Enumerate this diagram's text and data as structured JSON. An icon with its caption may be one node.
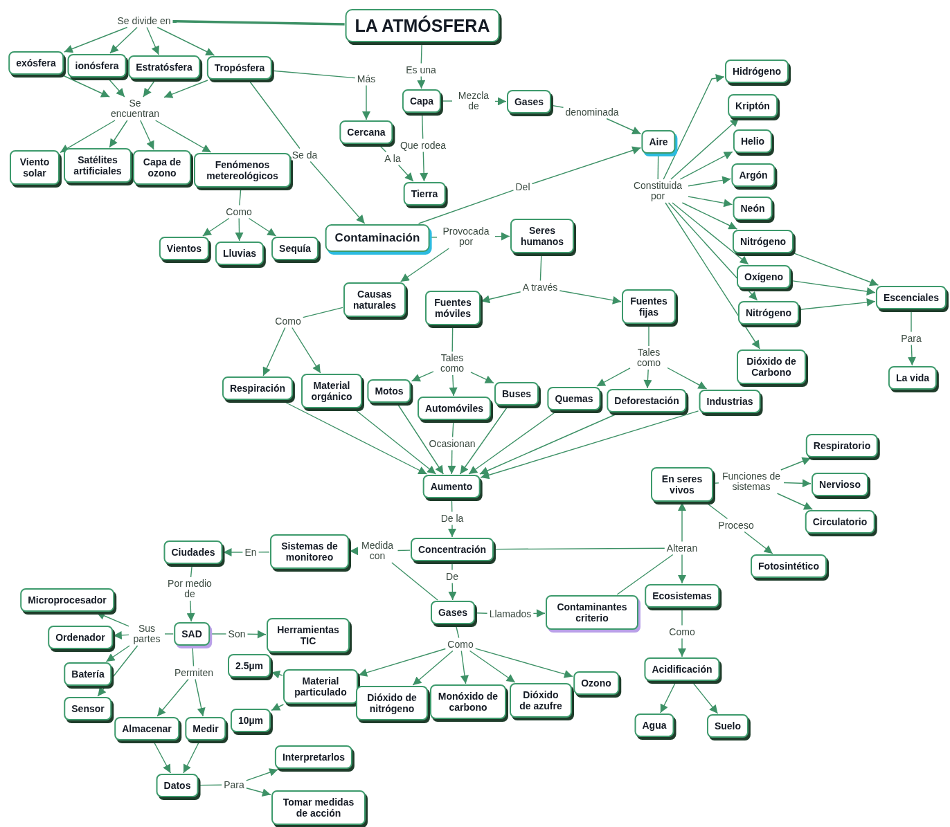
{
  "diagram": {
    "nodes": [
      {
        "text": [
          "LA ATMÓSFERA"
        ]
      },
      {
        "text": [
          "Se divide en"
        ]
      },
      {
        "text": [
          "exósfera"
        ]
      },
      {
        "text": [
          "ionósfera"
        ]
      },
      {
        "text": [
          "Estratósfera"
        ]
      },
      {
        "text": [
          "Tropósfera"
        ]
      },
      {
        "text": [
          "Se encuentran"
        ]
      },
      {
        "text": [
          "Viento solar"
        ]
      },
      {
        "text": [
          "Satélites artificiales"
        ]
      },
      {
        "text": [
          "Capa de ozono"
        ]
      },
      {
        "text": [
          "Fenómenos metereológicos"
        ]
      },
      {
        "text": [
          "Como"
        ]
      },
      {
        "text": [
          "Vientos"
        ]
      },
      {
        "text": [
          "Lluvias"
        ]
      },
      {
        "text": [
          "Sequía"
        ]
      },
      {
        "text": [
          "Más"
        ]
      },
      {
        "text": [
          "Se da"
        ]
      },
      {
        "text": [
          "Es una"
        ]
      },
      {
        "text": [
          "Capa"
        ]
      },
      {
        "text": [
          "Mezcla de"
        ]
      },
      {
        "text": [
          "Gases"
        ]
      },
      {
        "text": [
          "denominada"
        ]
      },
      {
        "text": [
          "Aire"
        ]
      },
      {
        "text": [
          "Cercana"
        ]
      },
      {
        "text": [
          "Que rodea"
        ]
      },
      {
        "text": [
          "A la"
        ]
      },
      {
        "text": [
          "Tierra"
        ]
      },
      {
        "text": [
          "Contaminación"
        ]
      },
      {
        "text": [
          "Del"
        ]
      },
      {
        "text": [
          "Constituida por"
        ]
      },
      {
        "text": [
          "Hidrógeno"
        ]
      },
      {
        "text": [
          "Kriptón"
        ]
      },
      {
        "text": [
          "Helio"
        ]
      },
      {
        "text": [
          "Argón"
        ]
      },
      {
        "text": [
          "Neón"
        ]
      },
      {
        "text": [
          "Nitrógeno"
        ]
      },
      {
        "text": [
          "Oxígeno"
        ]
      },
      {
        "text": [
          "Nitrógeno"
        ]
      },
      {
        "text": [
          "Dióxido de Carbono"
        ]
      },
      {
        "text": [
          "Escenciales"
        ]
      },
      {
        "text": [
          "Para"
        ]
      },
      {
        "text": [
          "La vida"
        ]
      },
      {
        "text": [
          "Provocada por"
        ]
      },
      {
        "text": [
          "Seres humanos"
        ]
      },
      {
        "text": [
          "A través"
        ]
      },
      {
        "text": [
          "Causas naturales"
        ]
      },
      {
        "text": [
          "Fuentes móviles"
        ]
      },
      {
        "text": [
          "Fuentes fijas"
        ]
      },
      {
        "text": [
          "Como"
        ]
      },
      {
        "text": [
          "Respiración"
        ]
      },
      {
        "text": [
          "Material orgánico"
        ]
      },
      {
        "text": [
          "Tales como"
        ]
      },
      {
        "text": [
          "Motos"
        ]
      },
      {
        "text": [
          "Automóviles"
        ]
      },
      {
        "text": [
          "Buses"
        ]
      },
      {
        "text": [
          "Tales como"
        ]
      },
      {
        "text": [
          "Quemas"
        ]
      },
      {
        "text": [
          "Deforestación"
        ]
      },
      {
        "text": [
          "Industrias"
        ]
      },
      {
        "text": [
          "Ocasionan"
        ]
      },
      {
        "text": [
          "Aumento"
        ]
      },
      {
        "text": [
          "De la"
        ]
      },
      {
        "text": [
          "Concentración"
        ]
      },
      {
        "text": [
          "Medida con"
        ]
      },
      {
        "text": [
          "Sistemas de monitoreo"
        ]
      },
      {
        "text": [
          "En"
        ]
      },
      {
        "text": [
          "Ciudades"
        ]
      },
      {
        "text": [
          "Por medio de"
        ]
      },
      {
        "text": [
          "SAD"
        ]
      },
      {
        "text": [
          "Sus partes"
        ]
      },
      {
        "text": [
          "Microprocesador"
        ]
      },
      {
        "text": [
          "Ordenador"
        ]
      },
      {
        "text": [
          "Batería"
        ]
      },
      {
        "text": [
          "Sensor"
        ]
      },
      {
        "text": [
          "Son"
        ]
      },
      {
        "text": [
          "Herramientas TIC"
        ]
      },
      {
        "text": [
          "Permiten"
        ]
      },
      {
        "text": [
          "Almacenar"
        ]
      },
      {
        "text": [
          "Medir"
        ]
      },
      {
        "text": [
          "Datos"
        ]
      },
      {
        "text": [
          "Para"
        ]
      },
      {
        "text": [
          "Interpretarlos"
        ]
      },
      {
        "text": [
          "Tomar medidas de acción"
        ]
      },
      {
        "text": [
          "De"
        ]
      },
      {
        "text": [
          "Gases"
        ]
      },
      {
        "text": [
          "Llamados"
        ]
      },
      {
        "text": [
          "Contaminantes criterio"
        ]
      },
      {
        "text": [
          "Como"
        ]
      },
      {
        "text": [
          "Material particulado"
        ]
      },
      {
        "text": [
          "2.5µm"
        ]
      },
      {
        "text": [
          "10µm"
        ]
      },
      {
        "text": [
          "Dióxido de nitrógeno"
        ]
      },
      {
        "text": [
          "Monóxido de carbono"
        ]
      },
      {
        "text": [
          "Dióxido de azufre"
        ]
      },
      {
        "text": [
          "Ozono"
        ]
      },
      {
        "text": [
          "Alteran"
        ]
      },
      {
        "text": [
          "En seres vivos"
        ]
      },
      {
        "text": [
          "Funciones de sistemas"
        ]
      },
      {
        "text": [
          "Respiratorio"
        ]
      },
      {
        "text": [
          "Nervioso"
        ]
      },
      {
        "text": [
          "Circulatorio"
        ]
      },
      {
        "text": [
          "Proceso"
        ]
      },
      {
        "text": [
          "Fotosintético"
        ]
      },
      {
        "text": [
          "Ecosistemas"
        ]
      },
      {
        "text": [
          "Como"
        ]
      },
      {
        "text": [
          "Acidificación"
        ]
      },
      {
        "text": [
          "Agua"
        ]
      },
      {
        "text": [
          "Suelo"
        ]
      }
    ],
    "edges": [
      {
        "from": 0,
        "to": 1,
        "arrow": "none",
        "style": "thick"
      },
      {
        "from": 1,
        "to": 2,
        "arrow": "to"
      },
      {
        "from": 1,
        "to": 3,
        "arrow": "to"
      },
      {
        "from": 1,
        "to": 4,
        "arrow": "to"
      },
      {
        "from": 1,
        "to": 5,
        "arrow": "to"
      },
      {
        "from": 2,
        "to": 6,
        "arrow": "to"
      },
      {
        "from": 3,
        "to": 6,
        "arrow": "to"
      },
      {
        "from": 4,
        "to": 6,
        "arrow": "to"
      },
      {
        "from": 5,
        "to": 6,
        "arrow": "to"
      },
      {
        "from": 6,
        "to": 7,
        "arrow": "to"
      },
      {
        "from": 6,
        "to": 8,
        "arrow": "to"
      },
      {
        "from": 6,
        "to": 9,
        "arrow": "to"
      },
      {
        "from": 6,
        "to": 10,
        "arrow": "to"
      },
      {
        "from": 10,
        "to": 11,
        "arrow": "none"
      },
      {
        "from": 11,
        "to": 12,
        "arrow": "to"
      },
      {
        "from": 11,
        "to": 13,
        "arrow": "to"
      },
      {
        "from": 11,
        "to": 14,
        "arrow": "to"
      },
      {
        "from": 5,
        "to": 15,
        "arrow": "none"
      },
      {
        "from": 15,
        "to": 23,
        "arrow": "to"
      },
      {
        "from": 5,
        "to": 16,
        "arrow": "none"
      },
      {
        "from": 16,
        "to": 27,
        "arrow": "to"
      },
      {
        "from": 0,
        "to": 17,
        "arrow": "none"
      },
      {
        "from": 17,
        "to": 18,
        "arrow": "to"
      },
      {
        "from": 18,
        "to": 19,
        "arrow": "none"
      },
      {
        "from": 19,
        "to": 20,
        "arrow": "to"
      },
      {
        "from": 20,
        "to": 21,
        "arrow": "none"
      },
      {
        "from": 21,
        "to": 22,
        "arrow": "to"
      },
      {
        "from": 18,
        "to": 24,
        "arrow": "none"
      },
      {
        "from": 24,
        "to": 26,
        "arrow": "to"
      },
      {
        "from": 23,
        "to": 25,
        "arrow": "none"
      },
      {
        "from": 25,
        "to": 26,
        "arrow": "to"
      },
      {
        "from": 27,
        "to": 28,
        "arrow": "none"
      },
      {
        "from": 28,
        "to": 22,
        "arrow": "to"
      },
      {
        "from": 22,
        "to": 29,
        "arrow": "none"
      },
      {
        "from": 29,
        "to": 30,
        "arrow": "to"
      },
      {
        "from": 29,
        "to": 31,
        "arrow": "to"
      },
      {
        "from": 29,
        "to": 32,
        "arrow": "to"
      },
      {
        "from": 29,
        "to": 33,
        "arrow": "to"
      },
      {
        "from": 29,
        "to": 34,
        "arrow": "to"
      },
      {
        "from": 29,
        "to": 35,
        "arrow": "to"
      },
      {
        "from": 29,
        "to": 36,
        "arrow": "to"
      },
      {
        "from": 29,
        "to": 37,
        "arrow": "to"
      },
      {
        "from": 29,
        "to": 38,
        "arrow": "to"
      },
      {
        "from": 35,
        "to": 39,
        "arrow": "to"
      },
      {
        "from": 36,
        "to": 39,
        "arrow": "to"
      },
      {
        "from": 37,
        "to": 39,
        "arrow": "to"
      },
      {
        "from": 39,
        "to": 40,
        "arrow": "none"
      },
      {
        "from": 40,
        "to": 41,
        "arrow": "to"
      },
      {
        "from": 27,
        "to": 42,
        "arrow": "none"
      },
      {
        "from": 42,
        "to": 43,
        "arrow": "to"
      },
      {
        "from": 42,
        "to": 45,
        "arrow": "to"
      },
      {
        "from": 43,
        "to": 44,
        "arrow": "none"
      },
      {
        "from": 44,
        "to": 46,
        "arrow": "to"
      },
      {
        "from": 44,
        "to": 47,
        "arrow": "to"
      },
      {
        "from": 45,
        "to": 48,
        "arrow": "none"
      },
      {
        "from": 48,
        "to": 49,
        "arrow": "to"
      },
      {
        "from": 48,
        "to": 50,
        "arrow": "to"
      },
      {
        "from": 46,
        "to": 51,
        "arrow": "none"
      },
      {
        "from": 51,
        "to": 52,
        "arrow": "to"
      },
      {
        "from": 51,
        "to": 53,
        "arrow": "to"
      },
      {
        "from": 51,
        "to": 54,
        "arrow": "to"
      },
      {
        "from": 47,
        "to": 55,
        "arrow": "none"
      },
      {
        "from": 55,
        "to": 56,
        "arrow": "to"
      },
      {
        "from": 55,
        "to": 57,
        "arrow": "to"
      },
      {
        "from": 55,
        "to": 58,
        "arrow": "to"
      },
      {
        "from": 49,
        "to": 60,
        "arrow": "to"
      },
      {
        "from": 50,
        "to": 60,
        "arrow": "to"
      },
      {
        "from": 52,
        "to": 60,
        "arrow": "to"
      },
      {
        "from": 53,
        "to": 59,
        "arrow": "none"
      },
      {
        "from": 59,
        "to": 60,
        "arrow": "to"
      },
      {
        "from": 54,
        "to": 60,
        "arrow": "to"
      },
      {
        "from": 56,
        "to": 60,
        "arrow": "to"
      },
      {
        "from": 57,
        "to": 60,
        "arrow": "to"
      },
      {
        "from": 58,
        "to": 60,
        "arrow": "to"
      },
      {
        "from": 60,
        "to": 61,
        "arrow": "none"
      },
      {
        "from": 61,
        "to": 62,
        "arrow": "to"
      },
      {
        "from": 62,
        "to": 63,
        "arrow": "none"
      },
      {
        "from": 84,
        "to": 63,
        "arrow": "none"
      },
      {
        "from": 63,
        "to": 64,
        "arrow": "to"
      },
      {
        "from": 64,
        "to": 65,
        "arrow": "none"
      },
      {
        "from": 65,
        "to": 66,
        "arrow": "to"
      },
      {
        "from": 66,
        "to": 67,
        "arrow": "none"
      },
      {
        "from": 67,
        "to": 68,
        "arrow": "to"
      },
      {
        "from": 68,
        "to": 69,
        "arrow": "none"
      },
      {
        "from": 69,
        "to": 70,
        "arrow": "to"
      },
      {
        "from": 69,
        "to": 71,
        "arrow": "to"
      },
      {
        "from": 69,
        "to": 72,
        "arrow": "to"
      },
      {
        "from": 69,
        "to": 73,
        "arrow": "to"
      },
      {
        "from": 68,
        "to": 74,
        "arrow": "none"
      },
      {
        "from": 74,
        "to": 75,
        "arrow": "to"
      },
      {
        "from": 68,
        "to": 76,
        "arrow": "none"
      },
      {
        "from": 76,
        "to": 77,
        "arrow": "to"
      },
      {
        "from": 76,
        "to": 78,
        "arrow": "to"
      },
      {
        "from": 77,
        "to": 79,
        "arrow": "to"
      },
      {
        "from": 78,
        "to": 79,
        "arrow": "to"
      },
      {
        "from": 79,
        "to": 80,
        "arrow": "none"
      },
      {
        "from": 80,
        "to": 81,
        "arrow": "to"
      },
      {
        "from": 80,
        "to": 82,
        "arrow": "to"
      },
      {
        "from": 62,
        "to": 83,
        "arrow": "none"
      },
      {
        "from": 83,
        "to": 84,
        "arrow": "to"
      },
      {
        "from": 84,
        "to": 85,
        "arrow": "none"
      },
      {
        "from": 85,
        "to": 86,
        "arrow": "to"
      },
      {
        "from": 84,
        "to": 87,
        "arrow": "none"
      },
      {
        "from": 87,
        "to": 88,
        "arrow": "to"
      },
      {
        "from": 87,
        "to": 91,
        "arrow": "to"
      },
      {
        "from": 87,
        "to": 92,
        "arrow": "to"
      },
      {
        "from": 87,
        "to": 93,
        "arrow": "to"
      },
      {
        "from": 87,
        "to": 94,
        "arrow": "to"
      },
      {
        "from": 88,
        "to": 89,
        "arrow": "to"
      },
      {
        "from": 88,
        "to": 90,
        "arrow": "to"
      },
      {
        "from": 62,
        "to": 95,
        "arrow": "none"
      },
      {
        "from": 86,
        "to": 95,
        "arrow": "none"
      },
      {
        "from": 95,
        "to": 96,
        "arrow": "to"
      },
      {
        "from": 95,
        "to": 103,
        "arrow": "to"
      },
      {
        "from": 96,
        "to": 97,
        "arrow": "none"
      },
      {
        "from": 97,
        "to": 98,
        "arrow": "to"
      },
      {
        "from": 97,
        "to": 99,
        "arrow": "to"
      },
      {
        "from": 97,
        "to": 100,
        "arrow": "to"
      },
      {
        "from": 96,
        "to": 101,
        "arrow": "none"
      },
      {
        "from": 101,
        "to": 102,
        "arrow": "to"
      },
      {
        "from": 103,
        "to": 104,
        "arrow": "none"
      },
      {
        "from": 104,
        "to": 105,
        "arrow": "to"
      },
      {
        "from": 105,
        "to": 106,
        "arrow": "to"
      },
      {
        "from": 105,
        "to": 107,
        "arrow": "to"
      }
    ]
  }
}
